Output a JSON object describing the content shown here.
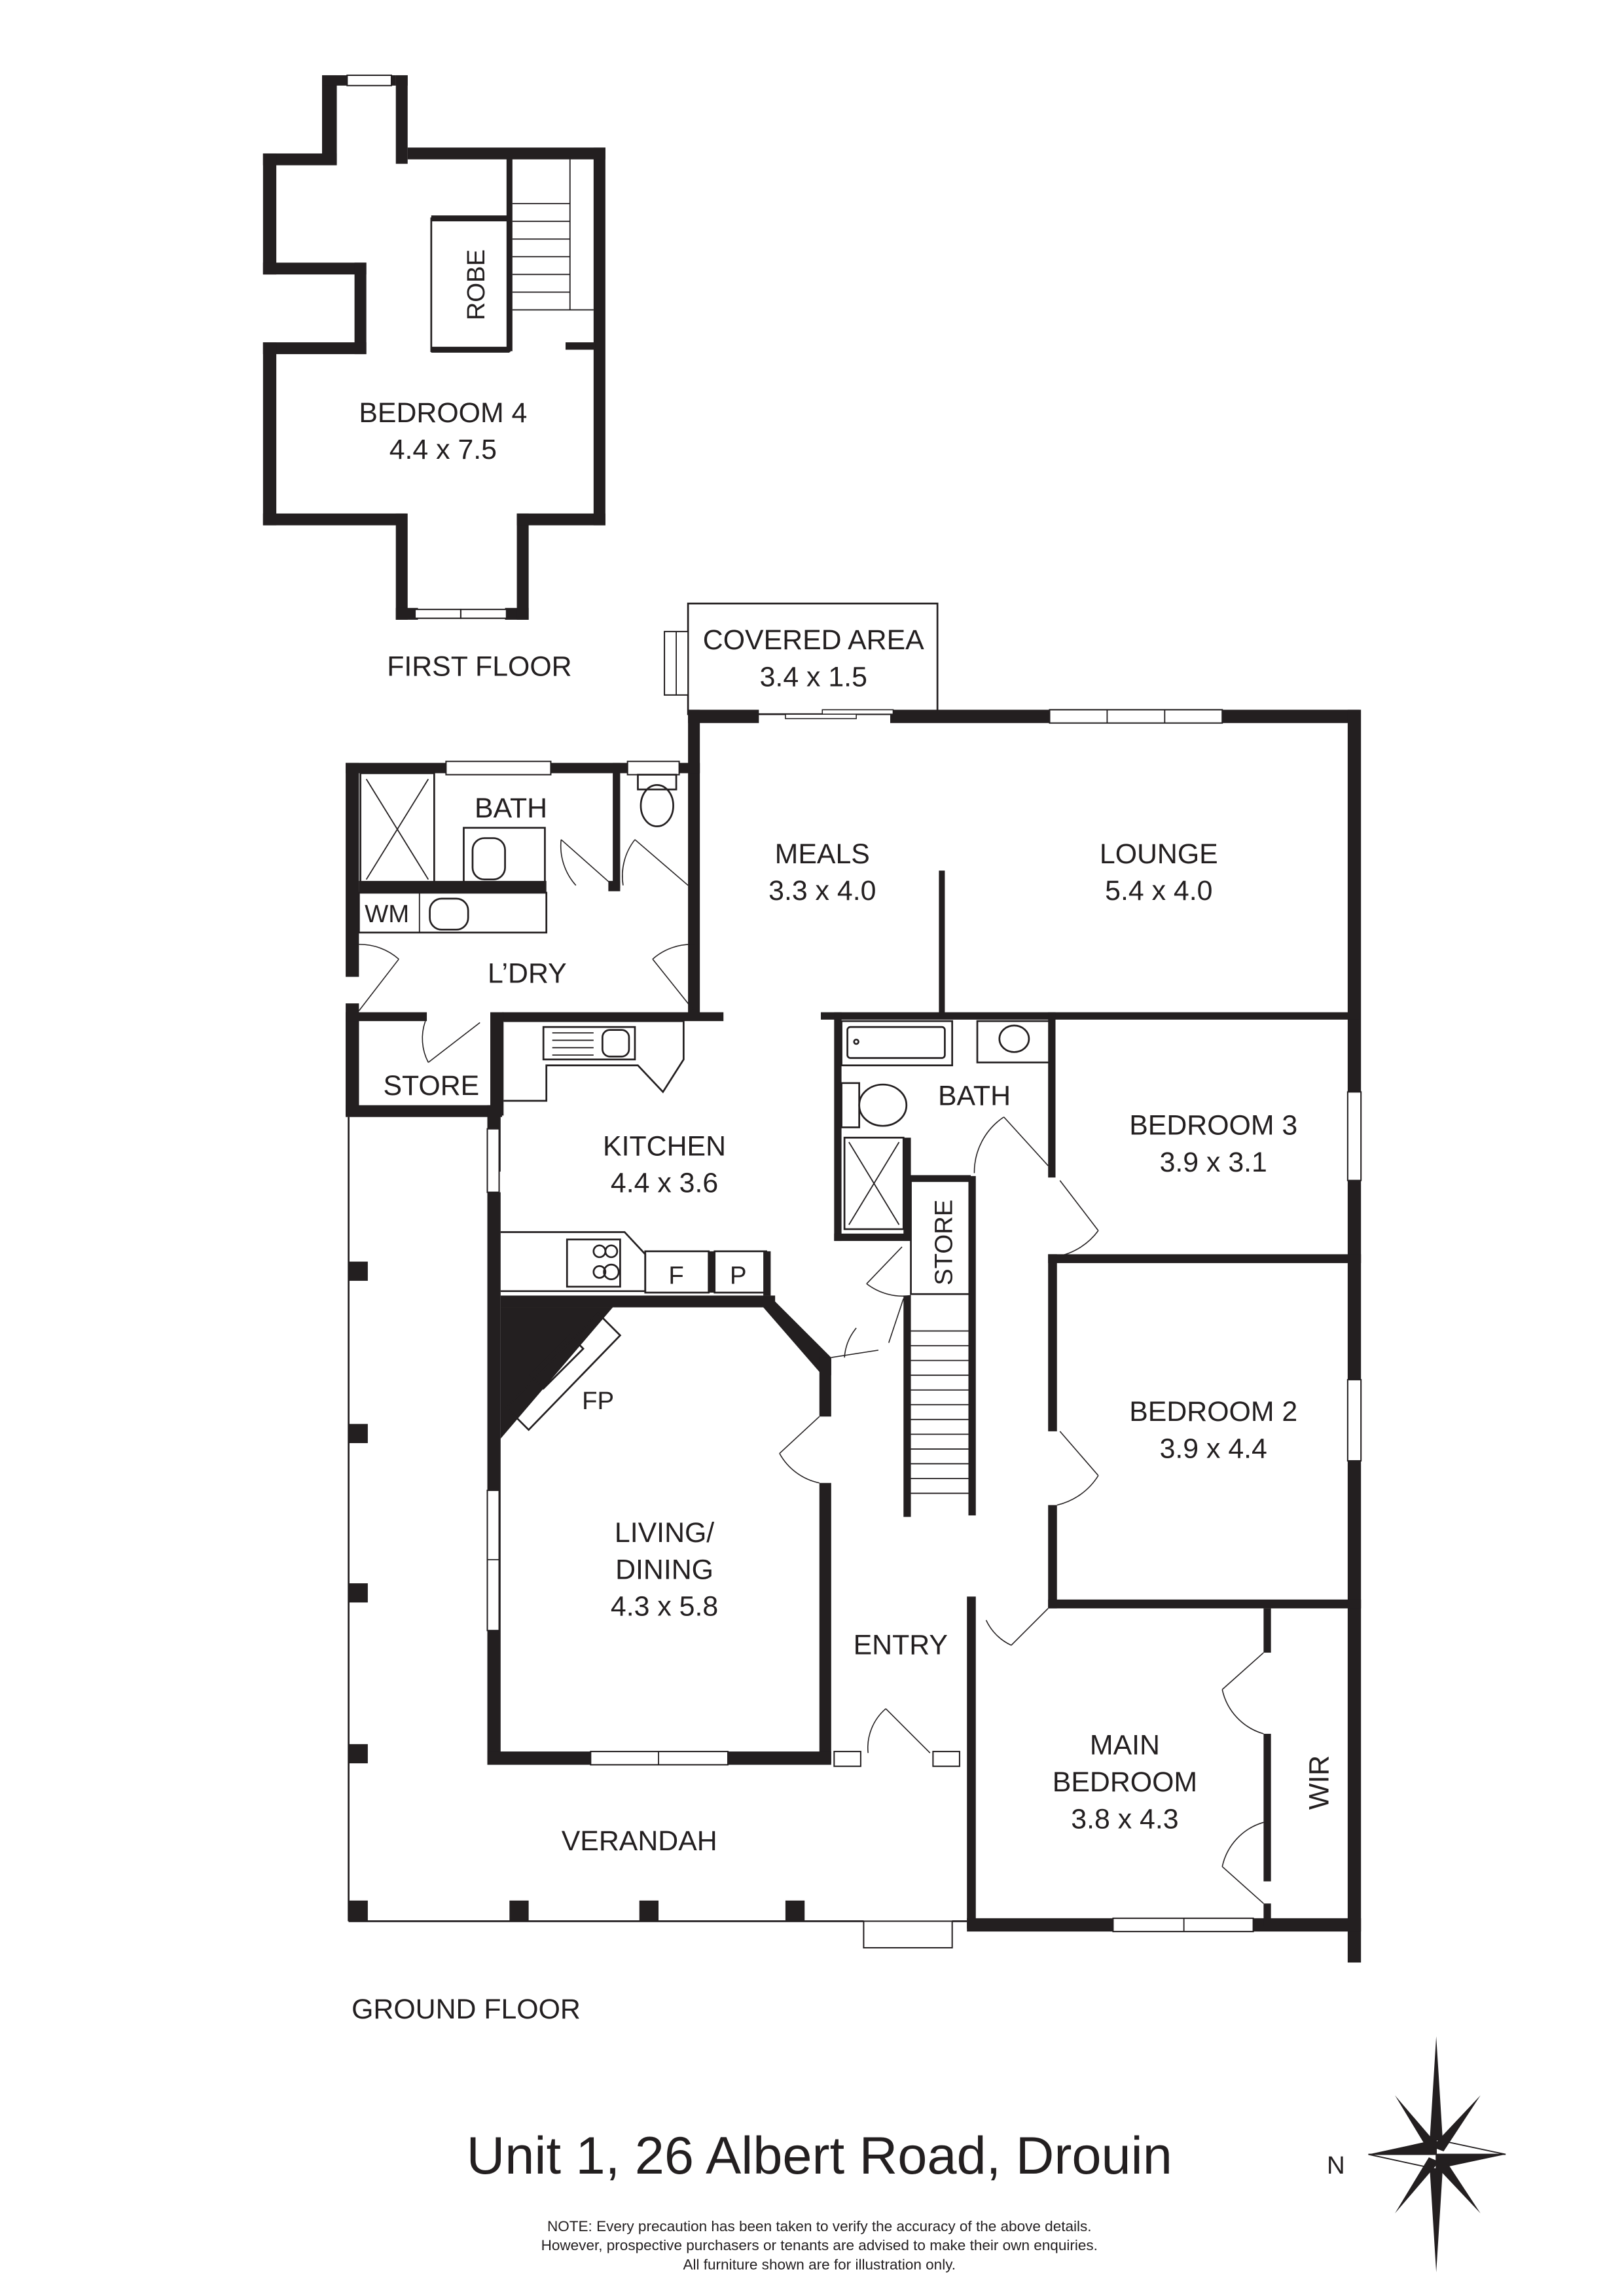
{
  "title": "Unit 1, 26 Albert Road, Drouin",
  "floors": {
    "first": {
      "label": "FIRST FLOOR"
    },
    "ground": {
      "label": "GROUND FLOOR"
    }
  },
  "rooms": {
    "bedroom4": {
      "name": "BEDROOM 4",
      "size": "4.4 x 7.5"
    },
    "robe": {
      "name": "ROBE"
    },
    "covered_area": {
      "name": "COVERED AREA",
      "size": "3.4 x 1.5"
    },
    "bath_left": {
      "name": "BATH"
    },
    "wm": {
      "name": "WM"
    },
    "laundry": {
      "name": "L’DRY"
    },
    "store_left": {
      "name": "STORE"
    },
    "meals": {
      "name": "MEALS",
      "size": "3.3 x 4.0"
    },
    "lounge": {
      "name": "LOUNGE",
      "size": "5.4 x 4.0"
    },
    "kitchen": {
      "name": "KITCHEN",
      "size": "4.4 x 3.6"
    },
    "fridge": {
      "name": "F"
    },
    "pantry": {
      "name": "P"
    },
    "fireplace": {
      "name": "FP"
    },
    "bath_center": {
      "name": "BATH"
    },
    "store_center": {
      "name": "STORE"
    },
    "bedroom3": {
      "name": "BEDROOM 3",
      "size": "3.9 x 3.1"
    },
    "bedroom2": {
      "name": "BEDROOM 2",
      "size": "3.9 x 4.4"
    },
    "living_dining": {
      "name_line1": "LIVING/",
      "name_line2": "DINING",
      "size": "4.3 x 5.8"
    },
    "entry": {
      "name": "ENTRY"
    },
    "main_bedroom": {
      "name_line1": "MAIN",
      "name_line2": "BEDROOM",
      "size": "3.8 x 4.3"
    },
    "wir": {
      "name": "WIR"
    },
    "verandah": {
      "name": "VERANDAH"
    }
  },
  "compass": {
    "label": "N"
  },
  "note": {
    "line1": "NOTE: Every precaution has been taken to verify the accuracy of the above details.",
    "line2": "However, prospective purchasers or tenants are advised to make their own enquiries.",
    "line3": "All furniture shown are for illustration only."
  },
  "colors": {
    "ink": "#231f20",
    "paper": "#ffffff"
  }
}
